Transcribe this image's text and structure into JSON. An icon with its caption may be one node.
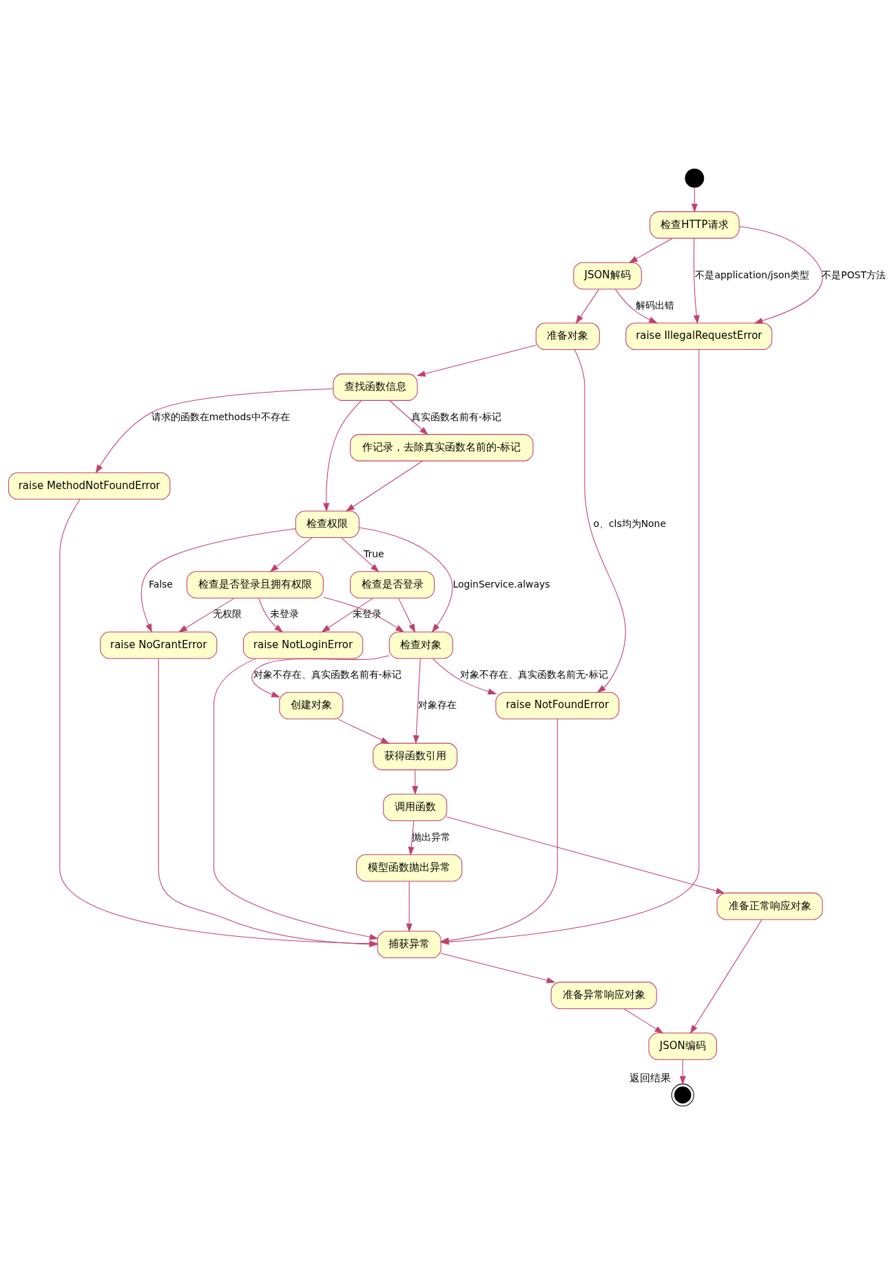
{
  "diagram": {
    "nodes": [
      {
        "text": [],
        "shape": "circle"
      },
      {
        "text": [
          "检查HTTP请求"
        ]
      },
      {
        "text": [
          "JSON解码"
        ]
      },
      {
        "text": [
          "准备对象"
        ]
      },
      {
        "text": [
          "查找函数信息"
        ]
      },
      {
        "text": [
          "作记录，去除真实函数名前的-标记"
        ]
      },
      {
        "text": [
          "检查权限"
        ]
      },
      {
        "text": [
          "检查是否登录"
        ]
      },
      {
        "text": [
          "检查是否登录且拥有权限"
        ]
      },
      {
        "text": [
          "检查对象"
        ]
      },
      {
        "text": [
          "创建对象"
        ]
      },
      {
        "text": [
          "获得函数引用"
        ]
      },
      {
        "text": [
          "调用函数"
        ]
      },
      {
        "text": [
          "模型函数抛出异常"
        ]
      },
      {
        "text": [
          "准备正常响应对象"
        ]
      },
      {
        "text": [
          "准备异常响应对象"
        ]
      },
      {
        "text": [
          "JSON编码"
        ]
      },
      {
        "text": [],
        "shape": "circle",
        "beside": [
          "返回结果"
        ]
      },
      {
        "text": [
          "raise IllegalRequestError"
        ]
      },
      {
        "text": [
          "raise NotFoundError"
        ]
      },
      {
        "text": [
          "raise MethodNotFoundError"
        ]
      },
      {
        "text": [
          "raise NotLoginError"
        ]
      },
      {
        "text": [
          "raise NoGrantError"
        ]
      },
      {
        "text": [
          "捕获异常"
        ]
      }
    ],
    "edges": [
      {
        "from": 0,
        "to": 1,
        "arrow": "to"
      },
      {
        "from": 1,
        "to": 18,
        "arrow": "to",
        "label": "不是POST方法"
      },
      {
        "from": 1,
        "to": 18,
        "arrow": "to",
        "label": "不是application/json类型"
      },
      {
        "from": 1,
        "to": 2,
        "arrow": "to"
      },
      {
        "from": 2,
        "to": 18,
        "arrow": "to",
        "label": "解码出错"
      },
      {
        "from": 2,
        "to": 3,
        "arrow": "to"
      },
      {
        "from": 3,
        "to": 19,
        "arrow": "to",
        "label": "o、cls均为None"
      },
      {
        "from": 3,
        "to": 4,
        "arrow": "to"
      },
      {
        "from": 4,
        "to": 20,
        "arrow": "to",
        "label": "请求的函数在methods中不存在"
      },
      {
        "from": 4,
        "to": 5,
        "arrow": "to",
        "label": "真实函数名前有-标记"
      },
      {
        "from": 4,
        "to": 6,
        "arrow": "to"
      },
      {
        "from": 5,
        "to": 6,
        "arrow": "to"
      },
      {
        "from": 6,
        "to": 7,
        "arrow": "to",
        "label": "True"
      },
      {
        "from": 6,
        "to": 22,
        "arrow": "to",
        "label": "False"
      },
      {
        "from": 6,
        "to": 8,
        "arrow": "to"
      },
      {
        "from": 6,
        "to": 9,
        "arrow": "to",
        "label": "LoginService.always"
      },
      {
        "from": 7,
        "to": 21,
        "arrow": "to",
        "label": "未登录"
      },
      {
        "from": 7,
        "to": 9,
        "arrow": "to"
      },
      {
        "from": 8,
        "to": 21,
        "arrow": "to",
        "label": "未登录"
      },
      {
        "from": 8,
        "to": 22,
        "arrow": "to",
        "label": "无权限"
      },
      {
        "from": 8,
        "to": 9,
        "arrow": "to"
      },
      {
        "from": 9,
        "to": 19,
        "arrow": "to",
        "label": "对象不存在、真实函数名前无-标记"
      },
      {
        "from": 9,
        "to": 10,
        "arrow": "to",
        "label": "对象不存在、真实函数名前有-标记"
      },
      {
        "from": 9,
        "to": 11,
        "arrow": "to",
        "label": "对象存在"
      },
      {
        "from": 10,
        "to": 11,
        "arrow": "to"
      },
      {
        "from": 11,
        "to": 12,
        "arrow": "to"
      },
      {
        "from": 12,
        "to": 13,
        "arrow": "to",
        "label": "抛出异常"
      },
      {
        "from": 12,
        "to": 14,
        "arrow": "to"
      },
      {
        "from": 13,
        "to": 23,
        "arrow": "to"
      },
      {
        "from": 18,
        "to": 23,
        "arrow": "to"
      },
      {
        "from": 19,
        "to": 23,
        "arrow": "to"
      },
      {
        "from": 20,
        "to": 23,
        "arrow": "to"
      },
      {
        "from": 21,
        "to": 23,
        "arrow": "to"
      },
      {
        "from": 22,
        "to": 23,
        "arrow": "to"
      },
      {
        "from": 23,
        "to": 15,
        "arrow": "to"
      },
      {
        "from": 14,
        "to": 16,
        "arrow": "to"
      },
      {
        "from": 15,
        "to": 16,
        "arrow": "to"
      },
      {
        "from": 16,
        "to": 17,
        "arrow": "to"
      }
    ]
  }
}
